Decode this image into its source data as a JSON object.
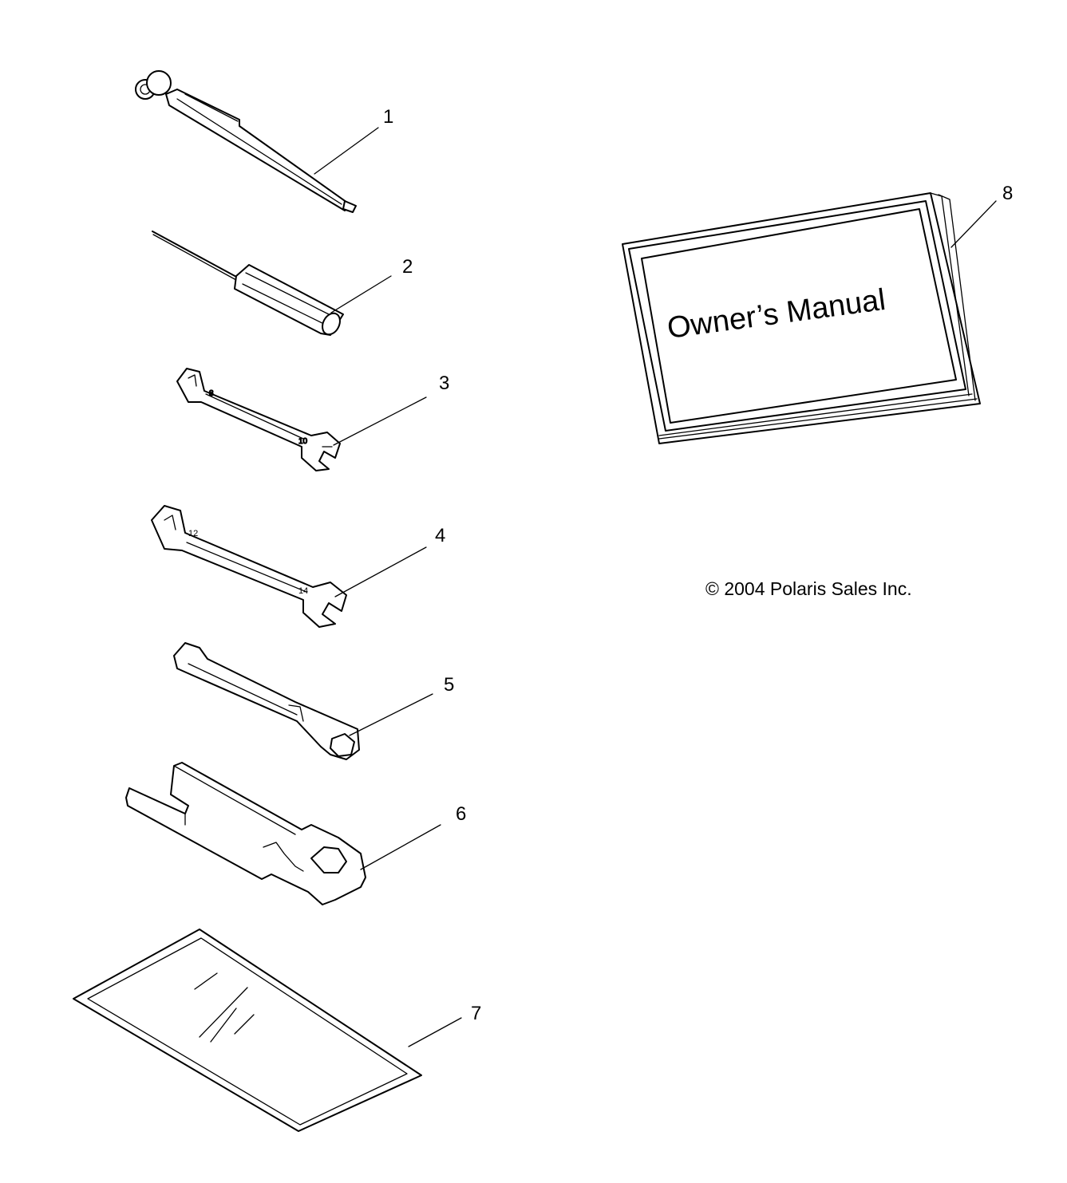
{
  "callouts": {
    "part_1": "1",
    "part_2": "2",
    "part_3": "3",
    "part_4": "4",
    "part_5": "5",
    "part_6": "6",
    "part_7": "7",
    "part_8": "8"
  },
  "manual": {
    "cover_title": "Owner’s Manual"
  },
  "wrench_sizes": {
    "small_a": "8",
    "small_b": "10",
    "large_a": "12",
    "large_b": "14"
  },
  "copyright": "© 2004 Polaris Sales Inc."
}
